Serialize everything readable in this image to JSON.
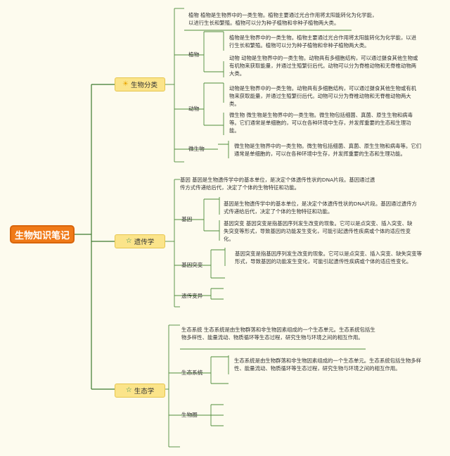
{
  "root": "生物知识笔记",
  "icons": {
    "star": "☆",
    "sun": "☀"
  },
  "cat1": {
    "title": "生物分类",
    "intro": "植物 植物是生物界中的一类生物。植物主要通过光合作用将太阳能转化为化学能，以进行生长和繁殖。植物可以分为种子植物和非种子植物两大类。",
    "plant": {
      "label": "植物",
      "notes": [
        "植物是生物界中的一类生物。植物主要通过光合作用将太阳能转化为化学能，以进行生长和繁殖。植物可以分为种子植物和非种子植物两大类。",
        "动物 动物是生物界中的一类生物。动物具有多细胞结构，可以通过摄食其他生物或有机物来获取能量，并通过生殖繁衍后代。动物可以分为脊椎动物和无脊椎动物两大类。"
      ]
    },
    "animal": {
      "label": "动物",
      "notes": [
        "动物是生物界中的一类生物。动物具有多细胞结构，可以通过摄食其他生物或有机物来获取能量，并通过生殖繁衍后代。动物可以分为脊椎动物和无脊椎动物两大类。",
        "微生物 微生物是生物界中的一类生物。微生物包括细菌、真菌、原生生物和病毒等。它们通常是单细胞的，可以在各种环境中生存，并发挥重要的生态和生理功能。"
      ]
    },
    "micro": {
      "label": "微生物",
      "notes": [
        "微生物是生物界中的一类生物。微生物包括细菌、真菌、原生生物和病毒等。它们通常是单细胞的，可以在各种环境中生存，并发挥重要的生态和生理功能。"
      ]
    }
  },
  "cat2": {
    "title": "遗传学",
    "intro": "基因 基因是生物遗传学中的基本单位，是决定个体遗传性状的DNA片段。基因通过遗传方式传递给后代，决定了个体的生物特征和功能。",
    "gene": {
      "label": "基因",
      "notes": [
        "基因是生物遗传学中的基本单位，是决定个体遗传性状的DNA片段。基因通过遗传方式传递给后代，决定了个体的生物特征和功能。",
        "基因突变 基因突变是指基因序列发生改变的现象。它可以是点突变、插入突变、缺失突变等形式，导致基因的功能发生变化，可能引起遗传性疾病或个体的适应性变化。"
      ]
    },
    "mutation": {
      "label": "基因突变",
      "notes": [
        "基因突变是指基因序列发生改变的现象。它可以是点突变、插入突变、缺失突变等形式，导致基因的功能发生变化，可能引起遗传性疾病或个体的适应性变化。"
      ]
    },
    "variation": {
      "label": "遗传变异"
    }
  },
  "cat3": {
    "title": "生态学",
    "intro": "生态系统 生态系统是由生物群落和非生物因素组成的一个生态单元。生态系统包括生物多样性、能量流动、物质循环等生态过程，研究生物与环境之间的相互作用。",
    "ecosystem": {
      "label": "生态系统",
      "notes": [
        "生态系统是由生物群落和非生物因素组成的一个生态单元。生态系统包括生物多样性、能量流动、物质循环等生态过程，研究生物与环境之间的相互作用。"
      ]
    },
    "biosphere": {
      "label": "生物圈"
    }
  }
}
